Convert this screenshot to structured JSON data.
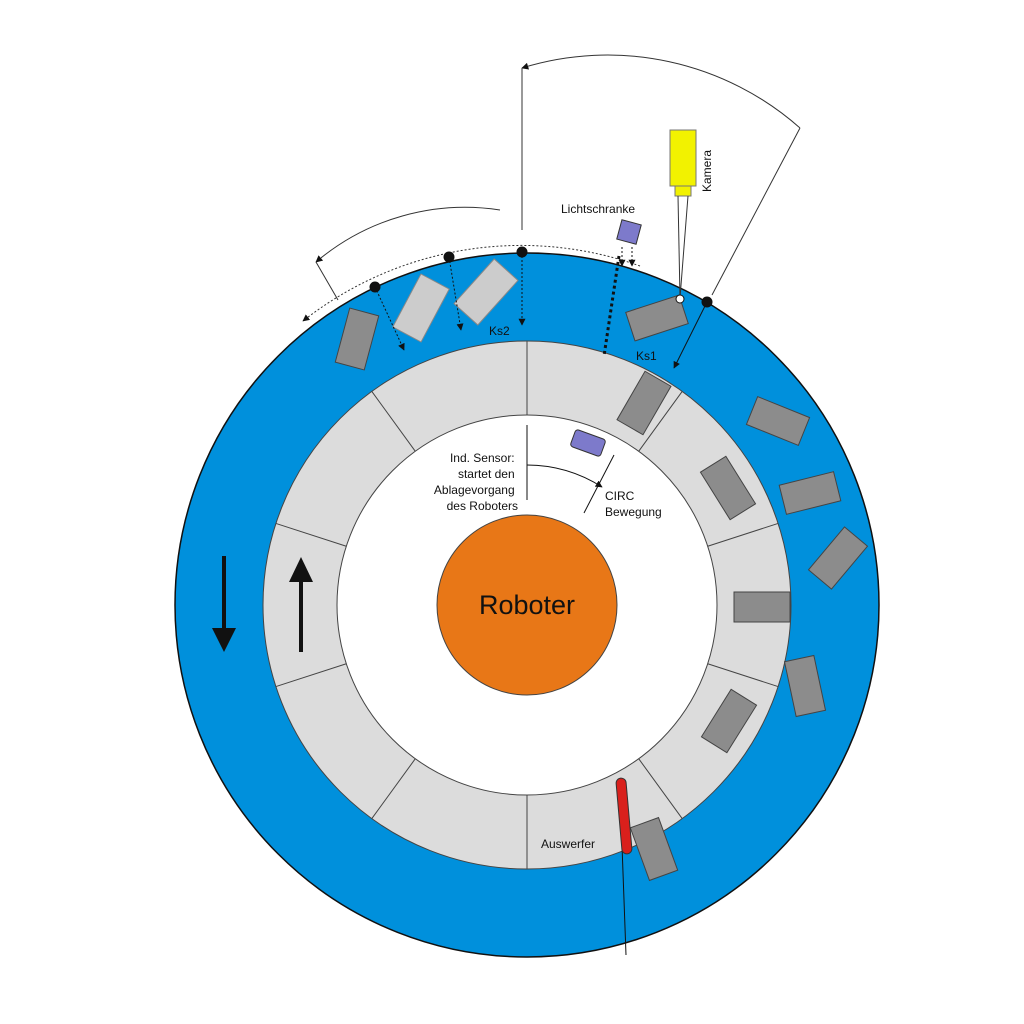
{
  "labels": {
    "center": "Roboter",
    "camera": "Kamera",
    "light_barrier": "Lichtschranke",
    "ks1": "Ks1",
    "ks2": "Ks2",
    "sensor_lines": [
      "Ind. Sensor:",
      "startet den",
      "Ablagevorgang",
      "des Roboters"
    ],
    "circ_lines": [
      "CIRC",
      "Bewegung"
    ],
    "ejector": "Auswerfer"
  },
  "colors": {
    "conveyor_blue": "#0090dc",
    "table_grey": "#dcdcdc",
    "part_grey": "#8c8c8c",
    "part_light": "#cccccc",
    "robot_orange": "#e87717",
    "camera_yellow": "#f2f200",
    "sensor_purple": "#7d7acb",
    "ejector_red": "#d9201c"
  },
  "icons": {
    "down_arrow": "arrow-down-icon",
    "up_arrow": "arrow-up-icon",
    "camera": "camera-icon",
    "light_barrier": "light-barrier-icon",
    "sensor": "inductive-sensor-icon"
  }
}
